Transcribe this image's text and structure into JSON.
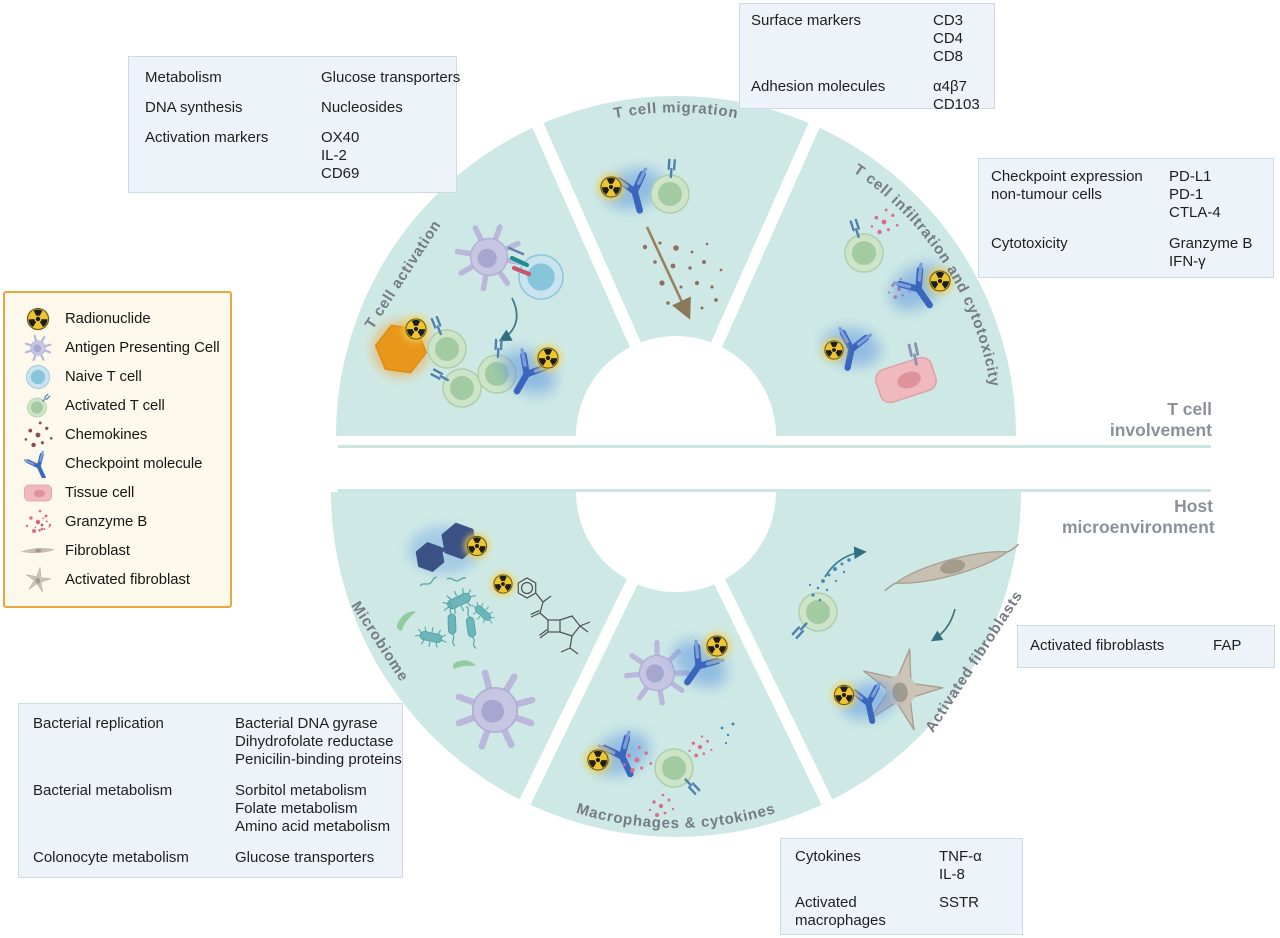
{
  "legend": {
    "items": [
      {
        "icon": "radionuclide-icon",
        "label": "Radionuclide"
      },
      {
        "icon": "antigen-presenting-cell-icon",
        "label": "Antigen Presenting Cell"
      },
      {
        "icon": "naive-t-cell-icon",
        "label": "Naive T cell"
      },
      {
        "icon": "activated-t-cell-icon",
        "label": "Activated T cell"
      },
      {
        "icon": "chemokines-icon",
        "label": "Chemokines"
      },
      {
        "icon": "checkpoint-molecule-icon",
        "label": "Checkpoint molecule"
      },
      {
        "icon": "tissue-cell-icon",
        "label": "Tissue cell"
      },
      {
        "icon": "granzyme-b-icon",
        "label": "Granzyme B"
      },
      {
        "icon": "fibroblast-icon",
        "label": "Fibroblast"
      },
      {
        "icon": "activated-fibroblast-icon",
        "label": "Activated fibroblast"
      }
    ]
  },
  "wheel": {
    "labels": {
      "activation": "T cell activation",
      "migration": "T cell migration",
      "infiltration": "T cell infiltration and cytotoxicity",
      "microbiome": "Microbiome",
      "macrophages": "Macrophages & cytokines",
      "fibroblasts": "Activated fibroblasts"
    }
  },
  "side_labels": {
    "top": "T cell involvement",
    "bottom": "Host microenvironment"
  },
  "boxes": {
    "activation": {
      "rows": [
        {
          "label": "Metabolism",
          "values": [
            "Glucose transporters"
          ]
        },
        {
          "label": "DNA synthesis",
          "values": [
            "Nucleosides"
          ]
        },
        {
          "label": "Activation markers",
          "values": [
            "OX40",
            "IL-2",
            "CD69"
          ]
        }
      ]
    },
    "migration": {
      "rows": [
        {
          "label": "Surface markers",
          "values": [
            "CD3",
            "CD4",
            "CD8"
          ]
        },
        {
          "label": "Adhesion molecules",
          "values": [
            "α4β7",
            "CD103"
          ]
        }
      ]
    },
    "infiltration": {
      "rows": [
        {
          "label": "Checkpoint expression non-tumour cells",
          "values": [
            "PD-L1",
            "PD-1",
            "CTLA-4"
          ]
        },
        {
          "label": "Cytotoxicity",
          "values": [
            "Granzyme B",
            "IFN-γ"
          ]
        }
      ]
    },
    "microbiome": {
      "rows": [
        {
          "label": "Bacterial replication",
          "values": [
            "Bacterial DNA gyrase",
            "Dihydrofolate reductase",
            "Penicilin-binding proteins"
          ]
        },
        {
          "label": "Bacterial metabolism",
          "values": [
            "Sorbitol metabolism",
            "Folate metabolism",
            "Amino acid metabolism"
          ]
        },
        {
          "label": "Colonocyte metabolism",
          "values": [
            "Glucose transporters"
          ]
        }
      ]
    },
    "fibroblasts": {
      "rows": [
        {
          "label": "Activated fibroblasts",
          "values": [
            "FAP"
          ]
        }
      ]
    },
    "macrophages": {
      "rows": [
        {
          "label": "Cytokines",
          "values": [
            "TNF-α",
            "IL-8"
          ]
        },
        {
          "label": "Activated macrophages",
          "values": [
            "SSTR"
          ]
        }
      ]
    }
  },
  "colors": {
    "segment_fill": "#cee9e5",
    "box_bg": "#eef3f9",
    "box_border": "#ccd9e6",
    "legend_bg": "#fcf8ec",
    "legend_border": "#e9a73f",
    "gray_label": "#8b9199",
    "antibody_blue": "#3a67bd",
    "radionuclide_yellow": "#ecc531"
  }
}
